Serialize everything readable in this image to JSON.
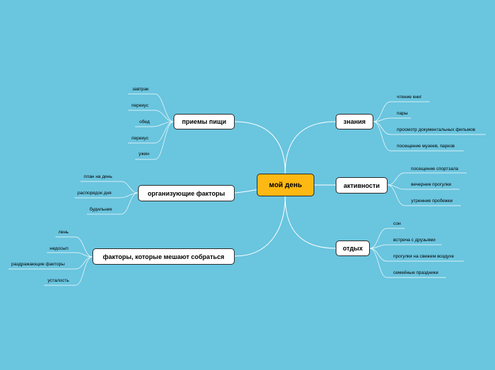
{
  "colors": {
    "background": "#6ac5df",
    "center_fill": "#fdb813",
    "node_fill": "#ffffff",
    "connector": "#ffffff"
  },
  "center": "мой день",
  "branches": {
    "meals": {
      "label": "приемы пищи",
      "leaves": [
        "завтрак",
        "перекус",
        "обед",
        "перекус",
        "ужин"
      ]
    },
    "organizing": {
      "label": "организующие факторы",
      "leaves": [
        "план на день",
        "распорядок дня",
        "будильник"
      ]
    },
    "hindering": {
      "label": "факторы, которые мешают собраться",
      "leaves": [
        "лень",
        "недосып",
        "раздражающие факторы",
        "усталость"
      ]
    },
    "knowledge": {
      "label": "знания",
      "leaves": [
        "чтение книг",
        "пары",
        "просмотр документальных фильмов",
        "посещение музеев, парков"
      ]
    },
    "activities": {
      "label": "активности",
      "leaves": [
        "посещение спортзала",
        "вечерние прогулки",
        "утренние пробежки"
      ]
    },
    "rest": {
      "label": "отдых",
      "leaves": [
        "сон",
        "встреча с друзьями",
        "прогулки на свежем воздухе",
        "семейные праздники"
      ]
    }
  }
}
